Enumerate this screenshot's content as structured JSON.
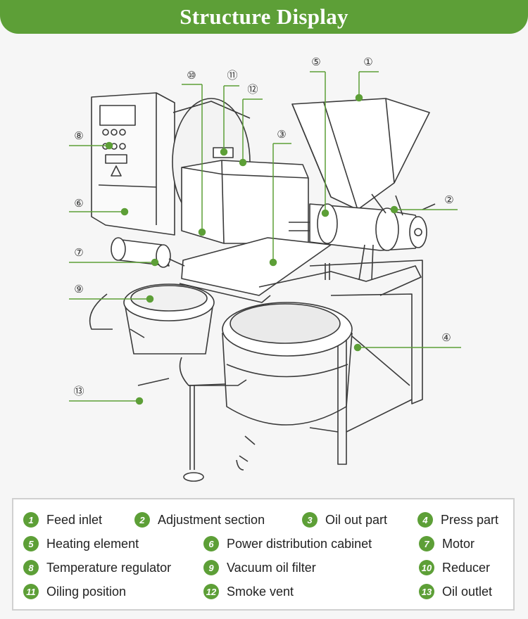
{
  "header": {
    "title": "Structure Display"
  },
  "callouts": [
    {
      "id": "callout-1",
      "number": "①"
    },
    {
      "id": "callout-2",
      "number": "②"
    },
    {
      "id": "callout-3",
      "number": "③"
    },
    {
      "id": "callout-4",
      "number": "④"
    },
    {
      "id": "callout-5",
      "number": "⑤"
    },
    {
      "id": "callout-6",
      "number": "⑥"
    },
    {
      "id": "callout-7",
      "number": "⑦"
    },
    {
      "id": "callout-8",
      "number": "⑧"
    },
    {
      "id": "callout-9",
      "number": "⑨"
    },
    {
      "id": "callout-10",
      "number": "⑩"
    },
    {
      "id": "callout-11",
      "number": "⑪"
    },
    {
      "id": "callout-12",
      "number": "⑫"
    },
    {
      "id": "callout-13",
      "number": "⑬"
    }
  ],
  "legend": {
    "items": [
      {
        "number": "1",
        "label": "Feed inlet"
      },
      {
        "number": "2",
        "label": "Adjustment section"
      },
      {
        "number": "3",
        "label": "Oil out part"
      },
      {
        "number": "4",
        "label": "Press part"
      },
      {
        "number": "5",
        "label": "Heating element"
      },
      {
        "number": "6",
        "label": "Power distribution cabinet"
      },
      {
        "number": "7",
        "label": "Motor"
      },
      {
        "number": "8",
        "label": "Temperature regulator"
      },
      {
        "number": "9",
        "label": "Vacuum oil filter"
      },
      {
        "number": "10",
        "label": "Reducer"
      },
      {
        "number": "11",
        "label": "Oiling position"
      },
      {
        "number": "12",
        "label": "Smoke vent"
      },
      {
        "number": "13",
        "label": "Oil outlet"
      }
    ]
  },
  "colors": {
    "accent": "#5d9f37",
    "line": "#3a3a3a"
  }
}
